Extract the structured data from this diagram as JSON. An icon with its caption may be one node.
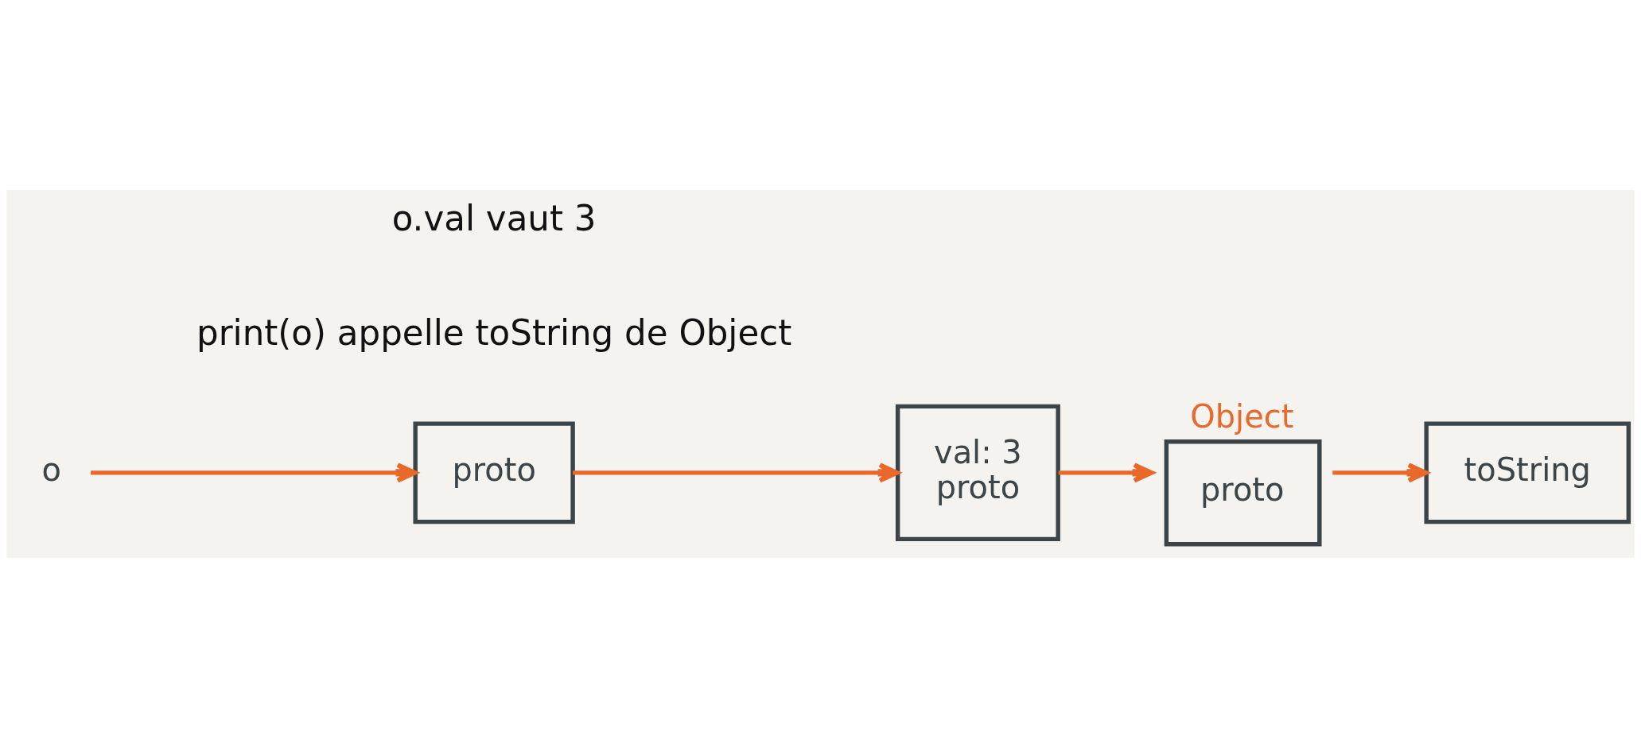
{
  "diagram": {
    "nodes": [
      {
        "text": [
          "o"
        ]
      },
      {
        "text": [
          "proto"
        ]
      },
      {
        "text": [
          "val: 3",
          "proto"
        ]
      },
      {
        "text": [
          "Object",
          "proto"
        ]
      },
      {
        "text": [
          "toString"
        ]
      }
    ],
    "edges": [
      {
        "from": 0,
        "to": 1,
        "arrow": "to"
      },
      {
        "from": 1,
        "to": 2,
        "arrow": "to"
      },
      {
        "from": 2,
        "to": 3,
        "arrow": "to"
      },
      {
        "from": 3,
        "to": 4,
        "arrow": "to"
      }
    ],
    "labels": [
      "o.val vaut 3",
      "print(o) appelle toString de Object"
    ]
  }
}
